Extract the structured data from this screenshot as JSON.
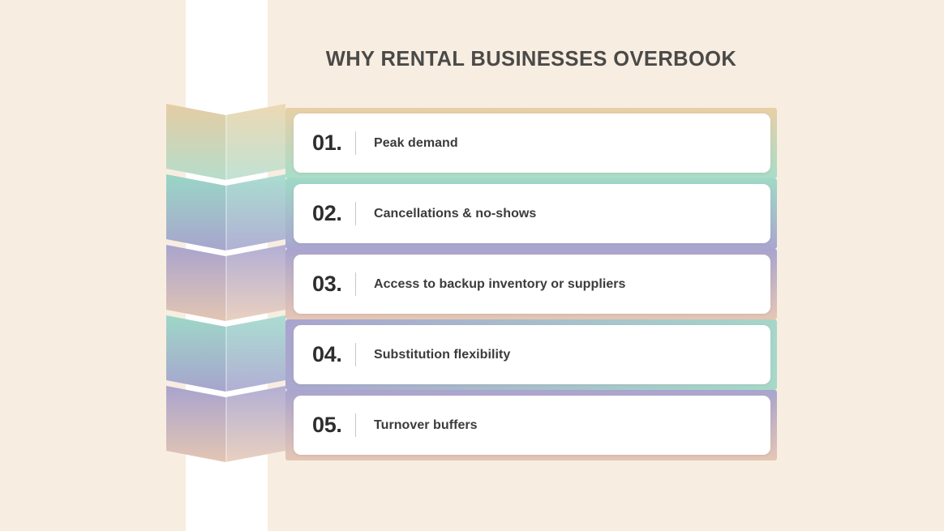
{
  "header": {
    "title": "WHY RENTAL BUSINESSES OVERBOOK"
  },
  "theme": {
    "background": "#f8ede1",
    "band": "#ffffff",
    "title_color": "#4a4a48",
    "card_background": "#ffffff",
    "number_color": "#2e2e2e",
    "label_color": "#3b3b3b",
    "divider_color": "#c8c8c8"
  },
  "list": {
    "items": [
      {
        "number": "01.",
        "label": "Peak demand",
        "strip_top_color": "#e8cfa6",
        "strip_bottom_color": "#a8dcc8",
        "block_top_left": "#e5cda4",
        "block_bottom_left": "#b6ddcb",
        "block_top_right": "#ecd9b4",
        "block_bottom_right": "#c1e2d3"
      },
      {
        "number": "02.",
        "label": "Cancellations & no-shows",
        "strip_top_color": "#9fd9c6",
        "strip_bottom_color": "#a9a6cf",
        "block_top_left": "#99d6c6",
        "block_bottom_left": "#a8a5cd",
        "block_top_right": "#a9ddd0",
        "block_bottom_right": "#b2b0d5"
      },
      {
        "number": "03.",
        "label": "Access to backup inventory or suppliers",
        "strip_top_color": "#a9a4ce",
        "strip_bottom_color": "#e5c6b4",
        "block_top_left": "#a9a4ce",
        "block_bottom_left": "#e3c5b3",
        "block_top_right": "#b3afd5",
        "block_bottom_right": "#e9d0c0"
      },
      {
        "number": "04.",
        "label": "Substitution flexibility",
        "strip_top_color": "#a9a4ce",
        "strip_bottom_color": "#a6d9c8",
        "block_top_left": "#9ed7c8",
        "block_bottom_left": "#a7a4cd",
        "block_top_right": "#aaddd2",
        "block_bottom_right": "#b2afd4"
      },
      {
        "number": "05.",
        "label": "Turnover buffers",
        "strip_top_color": "#a9a4ce",
        "strip_bottom_color": "#e5c6b4",
        "block_top_left": "#a9a4ce",
        "block_bottom_left": "#e3c5b3",
        "block_top_right": "#b3afd5",
        "block_bottom_right": "#e9d0c0"
      }
    ]
  }
}
